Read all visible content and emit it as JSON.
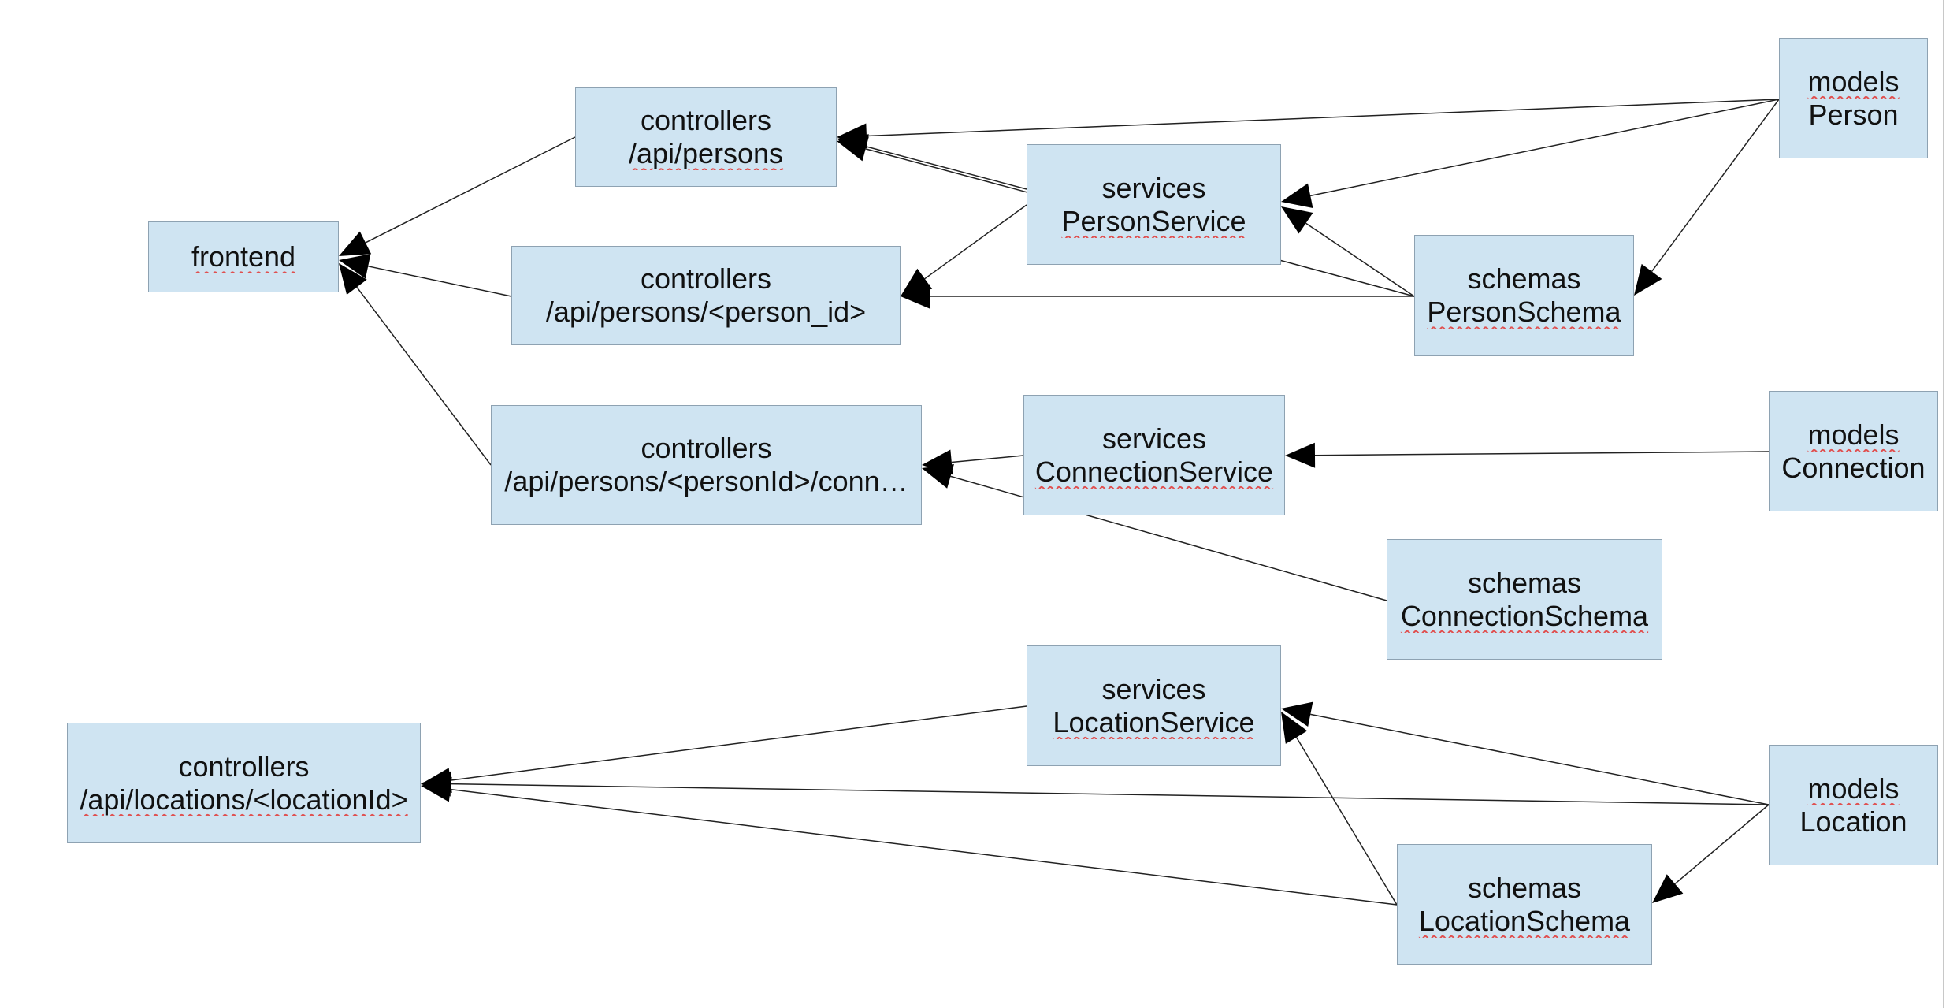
{
  "nodes": {
    "frontend": {
      "line1": "frontend"
    },
    "ctrl_persons": {
      "line1": "controllers",
      "line2": "/api/persons"
    },
    "ctrl_person_id": {
      "line1": "controllers",
      "line2": "/api/persons/<person_id>"
    },
    "ctrl_conn": {
      "line1": "controllers",
      "line2": "/api/persons/<personId>/conn…"
    },
    "svc_person": {
      "line1": "services",
      "line2": "PersonService"
    },
    "svc_conn": {
      "line1": "services",
      "line2": "ConnectionService"
    },
    "svc_location": {
      "line1": "services",
      "line2": "LocationService"
    },
    "schema_person": {
      "line1": "schemas",
      "line2": "PersonSchema"
    },
    "schema_conn": {
      "line1": "schemas",
      "line2": "ConnectionSchema"
    },
    "schema_location": {
      "line1": "schemas",
      "line2": "LocationSchema"
    },
    "model_person": {
      "line1": "models",
      "line2": "Person"
    },
    "model_conn": {
      "line1": "models",
      "line2": "Connection"
    },
    "model_location": {
      "line1": "models",
      "line2": "Location"
    },
    "ctrl_locations": {
      "line1": "controllers",
      "line2": "/api/locations/<locationId>"
    }
  },
  "edges": [
    {
      "from": "ctrl_persons",
      "to": "frontend"
    },
    {
      "from": "ctrl_person_id",
      "to": "frontend"
    },
    {
      "from": "ctrl_conn",
      "to": "frontend"
    },
    {
      "from": "model_person",
      "to": "ctrl_persons"
    },
    {
      "from": "svc_person",
      "to": "ctrl_persons"
    },
    {
      "from": "svc_person",
      "to": "ctrl_person_id"
    },
    {
      "from": "schema_person",
      "to": "ctrl_persons"
    },
    {
      "from": "schema_person",
      "to": "ctrl_person_id"
    },
    {
      "from": "model_person",
      "to": "svc_person"
    },
    {
      "from": "schema_person",
      "to": "svc_person"
    },
    {
      "from": "model_person",
      "to": "schema_person"
    },
    {
      "from": "svc_conn",
      "to": "ctrl_conn"
    },
    {
      "from": "schema_conn",
      "to": "ctrl_conn"
    },
    {
      "from": "model_conn",
      "to": "svc_conn"
    },
    {
      "from": "svc_location",
      "to": "ctrl_locations"
    },
    {
      "from": "model_location",
      "to": "ctrl_locations"
    },
    {
      "from": "schema_location",
      "to": "ctrl_locations"
    },
    {
      "from": "model_location",
      "to": "svc_location"
    },
    {
      "from": "schema_location",
      "to": "svc_location"
    },
    {
      "from": "model_location",
      "to": "schema_location"
    }
  ],
  "colors": {
    "node_fill": "#cfe4f2",
    "node_border": "#8ea2b2",
    "edge": "#222222",
    "arrowhead": "#000000",
    "spellcheck_underline": "#e05050"
  }
}
